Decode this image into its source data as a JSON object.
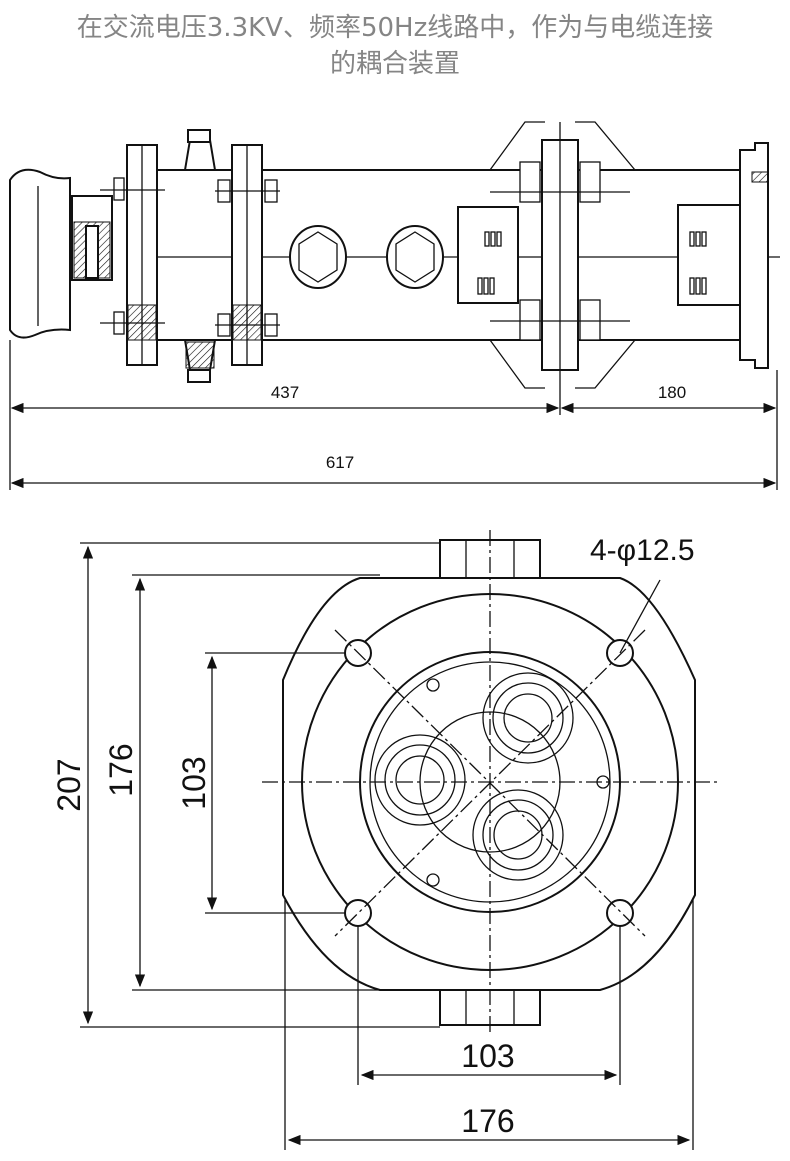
{
  "title": {
    "line1": "在交流电压3.3KV、频率50Hz线路中，作为与电缆连接",
    "line2": "的耦合装置"
  },
  "side_view": {
    "dim_left": "437",
    "dim_right": "180",
    "dim_total": "617"
  },
  "front_view": {
    "hole_note": "4-φ12.5",
    "dim_outer_height": "207",
    "dim_flange_height": "176",
    "dim_hole_spacing_v": "103",
    "dim_hole_spacing_h": "103",
    "dim_flange_width": "176"
  }
}
